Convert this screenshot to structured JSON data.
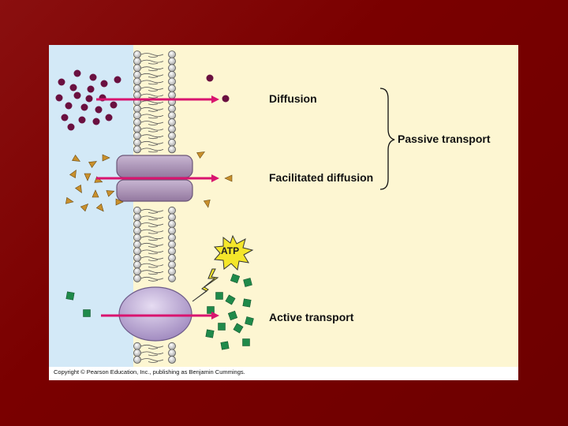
{
  "labels": {
    "diffusion": "Diffusion",
    "facilitated": "Facilitated diffusion",
    "active": "Active transport",
    "passive": "Passive transport",
    "atp": "ATP"
  },
  "copyright": "Copyright © Pearson Education, Inc., publishing as Benjamin Cummings.",
  "colors": {
    "slide_background": "#7a0000",
    "outside_cell": "#d3e9f7",
    "inside_cell": "#fdf6d2",
    "arrow": "#d9146f",
    "diffusion_molecule": "#6a1040",
    "facilitated_molecule": "#c9902c",
    "active_molecule": "#1f8a4a",
    "channel_protein": "#a88fb5",
    "pump_protein": "#b5a3cf",
    "atp_burst": "#f4e62a"
  }
}
